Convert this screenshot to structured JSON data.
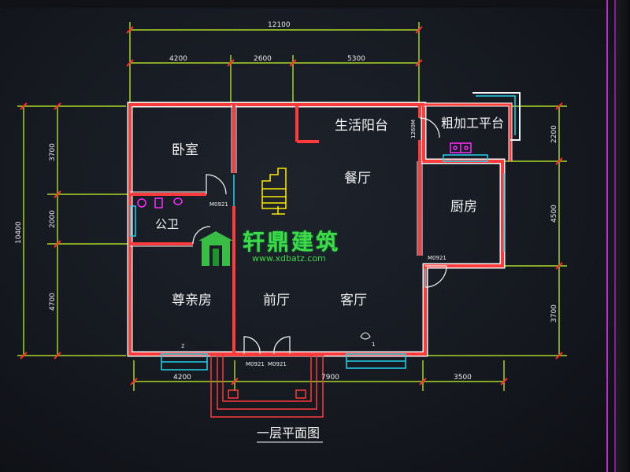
{
  "plan_title": "一层平面图",
  "watermark": {
    "brand": "轩鼎建筑",
    "url": "www.xdbatz.com"
  },
  "dimensions": {
    "top_total": "12100",
    "top_segments": [
      "4200",
      "2600",
      "5300"
    ],
    "bottom_segments": [
      "4200",
      "7900",
      "3500"
    ],
    "left_total": "10400",
    "left_segments": [
      "3700",
      "2000",
      "4700"
    ],
    "right_segments": [
      "2200",
      "4500",
      "3700"
    ]
  },
  "rooms": {
    "bedroom": "卧室",
    "balcony": "生活阳台",
    "prep_platform": "粗加工平台",
    "dining": "餐厅",
    "kitchen": "厨房",
    "bathroom": "公卫",
    "elder_room": "尊亲房",
    "foyer": "前厅",
    "living": "客厅"
  },
  "door_tags": {
    "bedroom_door": "M0921",
    "kitchen_door": "M0921",
    "foyer_door_left": "M0921",
    "foyer_door_right": "M0921",
    "balcony_door": "1260M"
  },
  "window_numbers": {
    "elder_window": "2",
    "living_window": "1"
  },
  "colors": {
    "background": "#161a22",
    "wall": "#ff3a3a",
    "dimension": "#c8ff2a",
    "wall_outline": "#f4f4f4",
    "window": "#22d3ee",
    "stair": "#ffea00",
    "fixtures": "#ff2bff",
    "watermark": "#3fd94a",
    "frame": "#c02bd0"
  }
}
